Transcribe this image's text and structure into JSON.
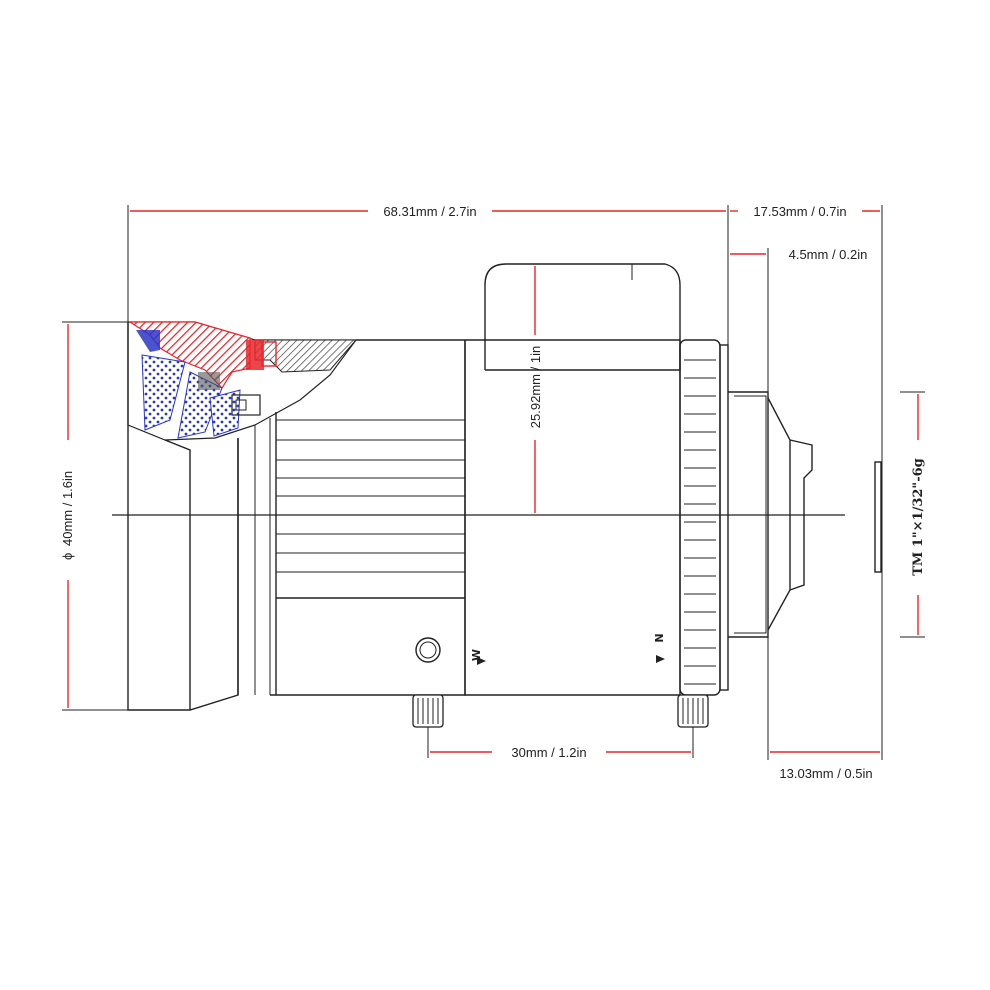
{
  "dimensions": {
    "overall_length": "68.31mm / 2.7in",
    "mount_length": "17.53mm / 0.7in",
    "flange_offset": "4.5mm / 0.2in",
    "diameter": "40mm / 1.6in",
    "half_height": "25.92mm / 1in",
    "screw_spacing": "30mm / 1.2in",
    "back_length": "13.03mm / 0.5in"
  },
  "labels": {
    "diameter_symbol": "ϕ",
    "thread_spec": "TM 1\"×1/32\"-6g",
    "wide_mark": "W",
    "narrow_mark": "N"
  },
  "colors": {
    "dimension_line": "#e8262a",
    "section_red": "#e8262a",
    "section_blue": "#2a35c9",
    "outline": "#222222"
  }
}
